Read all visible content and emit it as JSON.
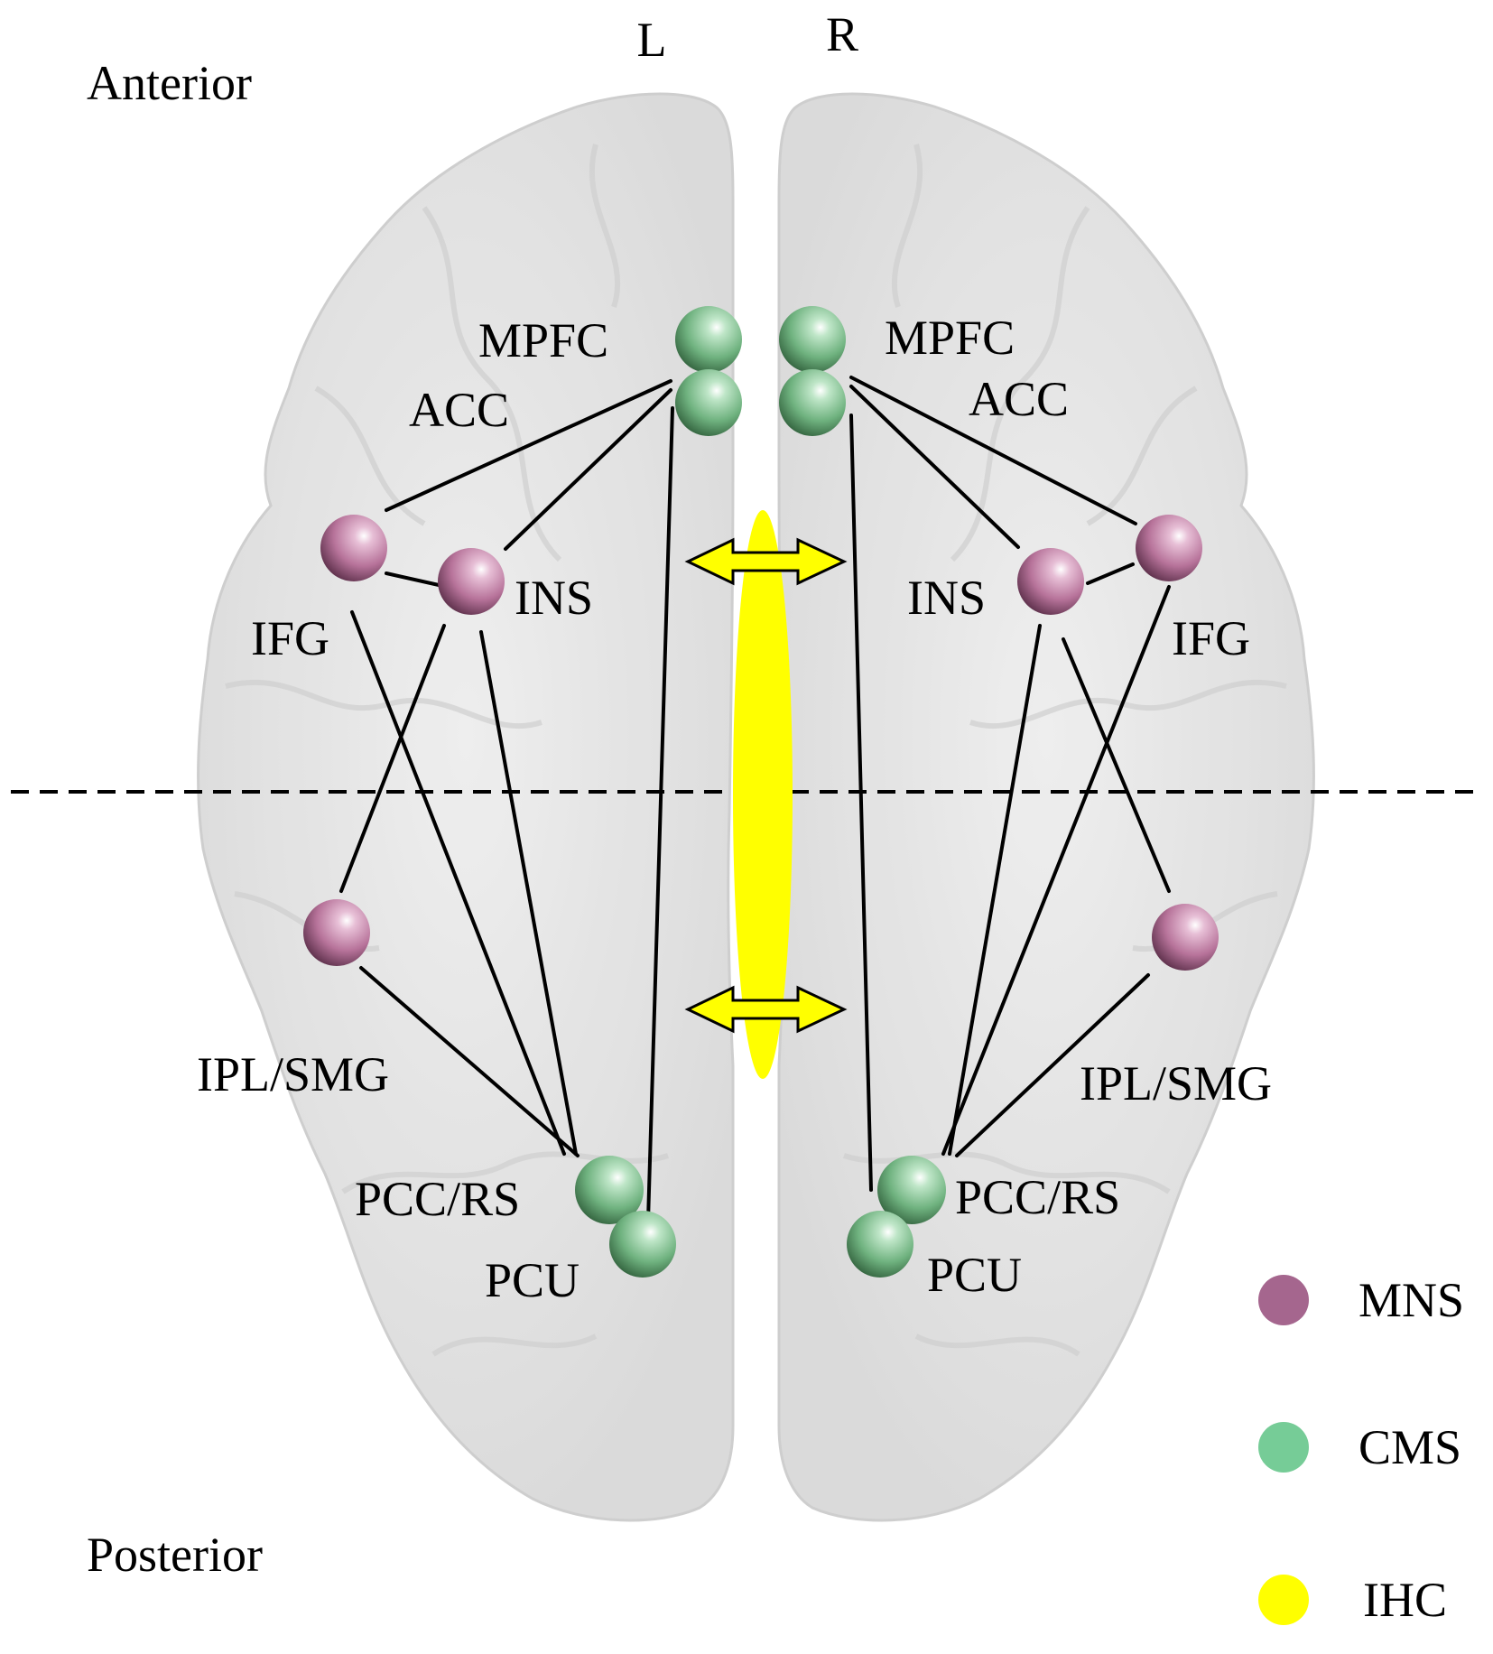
{
  "orientation": {
    "left": "L",
    "right": "R",
    "anterior": "Anterior",
    "posterior": "Posterior"
  },
  "regions": {
    "mpfc_left": "MPFC",
    "mpfc_right": "MPFC",
    "acc_left": "ACC",
    "acc_right": "ACC",
    "ifg_left": "IFG",
    "ifg_right": "IFG",
    "ins_left": "INS",
    "ins_right": "INS",
    "ipl_left": "IPL/SMG",
    "ipl_right": "IPL/SMG",
    "pcc_left": "PCC/RS",
    "pcc_right": "PCC/RS",
    "pcu_left": "PCU",
    "pcu_right": "PCU"
  },
  "legend": [
    {
      "label": "MNS",
      "color": "#a5668e"
    },
    {
      "label": "CMS",
      "color": "#76cc97"
    },
    {
      "label": "IHC",
      "color": "#ffff00"
    }
  ],
  "colors": {
    "mns_node": "#b7739a",
    "cms_node": "#6fb27f",
    "ihc": "#ffff00",
    "brain": "#e4e4e4",
    "edge": "#000000"
  }
}
